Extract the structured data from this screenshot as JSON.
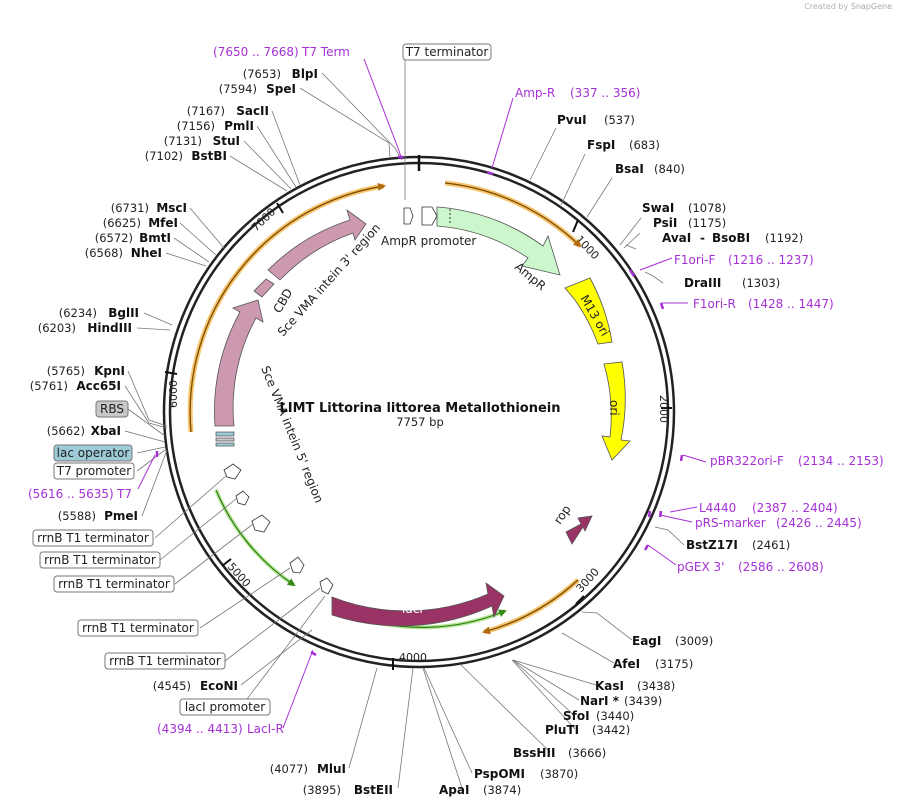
{
  "credit": {
    "prefix": "Created by",
    "brand": "SnapGene"
  },
  "plasmid": {
    "name": "LIMT Littorina littorea Metallothionein",
    "length_label": "7757 bp"
  },
  "ticks": [
    "1000",
    "2000",
    "3000",
    "4000",
    "5000",
    "6000",
    "7000"
  ],
  "enzymes": [
    {
      "name": "BlpI",
      "pos": "(7653)"
    },
    {
      "name": "SpeI",
      "pos": "(7594)"
    },
    {
      "name": "SacII",
      "pos": "(7167)"
    },
    {
      "name": "PmlI",
      "pos": "(7156)"
    },
    {
      "name": "StuI",
      "pos": "(7131)"
    },
    {
      "name": "BstBI",
      "pos": "(7102)"
    },
    {
      "name": "MscI",
      "pos": "(6731)"
    },
    {
      "name": "MfeI",
      "pos": "(6625)"
    },
    {
      "name": "BmtI",
      "pos": "(6572)"
    },
    {
      "name": "NheI",
      "pos": "(6568)"
    },
    {
      "name": "BglII",
      "pos": "(6234)"
    },
    {
      "name": "HindIII",
      "pos": "(6203)"
    },
    {
      "name": "KpnI",
      "pos": "(5765)"
    },
    {
      "name": "Acc65I",
      "pos": "(5761)"
    },
    {
      "name": "XbaI",
      "pos": "(5662)"
    },
    {
      "name": "PmeI",
      "pos": "(5588)"
    },
    {
      "name": "EcoNI",
      "pos": "(4545)"
    },
    {
      "name": "MluI",
      "pos": "(4077)"
    },
    {
      "name": "BstEII",
      "pos": "(3895)"
    },
    {
      "name": "ApaI",
      "pos": "(3874)"
    },
    {
      "name": "PspOMI",
      "pos": "(3870)"
    },
    {
      "name": "BssHII",
      "pos": "(3666)"
    },
    {
      "name": "PluTI",
      "pos": "(3442)"
    },
    {
      "name": "SfoI",
      "pos": "(3440)"
    },
    {
      "name": "NarI *",
      "pos": "(3439)"
    },
    {
      "name": "KasI",
      "pos": "(3438)"
    },
    {
      "name": "AfeI",
      "pos": "(3175)"
    },
    {
      "name": "EagI",
      "pos": "(3009)"
    },
    {
      "name": "BstZ17I",
      "pos": "(2461)"
    },
    {
      "name": "DraIII",
      "pos": "(1303)"
    },
    {
      "name": "AvaI",
      "pos": "(1192)",
      "pair": "BsoBI"
    },
    {
      "name": "PsiI",
      "pos": "(1175)"
    },
    {
      "name": "SwaI",
      "pos": "(1078)"
    },
    {
      "name": "BsaI",
      "pos": "(840)"
    },
    {
      "name": "FspI",
      "pos": "(683)"
    },
    {
      "name": "PvuI",
      "pos": "(537)"
    }
  ],
  "primers": [
    {
      "name": "T7 Term",
      "range": "(7650 .. 7668)"
    },
    {
      "name": "Amp-R",
      "range": "(337 .. 356)"
    },
    {
      "name": "F1ori-F",
      "range": "(1216 .. 1237)"
    },
    {
      "name": "F1ori-R",
      "range": "(1428 .. 1447)"
    },
    {
      "name": "pBR322ori-F",
      "range": "(2134 .. 2153)"
    },
    {
      "name": "L4440",
      "range": "(2387 .. 2404)"
    },
    {
      "name": "pRS-marker",
      "range": "(2426 .. 2445)"
    },
    {
      "name": "pGEX 3'",
      "range": "(2586 .. 2608)"
    },
    {
      "name": "LacI-R",
      "range": "(4394 .. 4413)"
    },
    {
      "name": "T7",
      "range": "(5616 .. 5635)"
    }
  ],
  "boxed_features": {
    "t7_terminator": "T7 terminator",
    "rbs": "RBS",
    "lac_operator": "lac operator",
    "t7_promoter": "T7 promoter",
    "rrnb1": "rrnB T1 terminator",
    "rrnb2": "rrnB T1 terminator",
    "rrnb3": "rrnB T1 terminator",
    "rrnb4": "rrnB T1 terminator",
    "rrnb5": "rrnB T1 terminator",
    "laci_promoter": "lacI promoter"
  },
  "features": {
    "ampr_promoter": "AmpR promoter",
    "ampr": "AmpR",
    "m13_ori": "M13 ori",
    "ori": "ori",
    "rop": "rop",
    "laci": "lacI",
    "cbd": "CBD",
    "sce3": "Sce VMA intein 3' region",
    "sce5": "Sce VMA intein 5' region"
  },
  "colors": {
    "ampr": "#ccf7cc",
    "ori": "#ffff00",
    "intein": "#cc99b1",
    "laci": "#993366",
    "primer": "#a630d6",
    "orf": "#f0a020",
    "lac_operator_box": "#9ecbd8",
    "rbs_box": "#c8c8c8"
  }
}
